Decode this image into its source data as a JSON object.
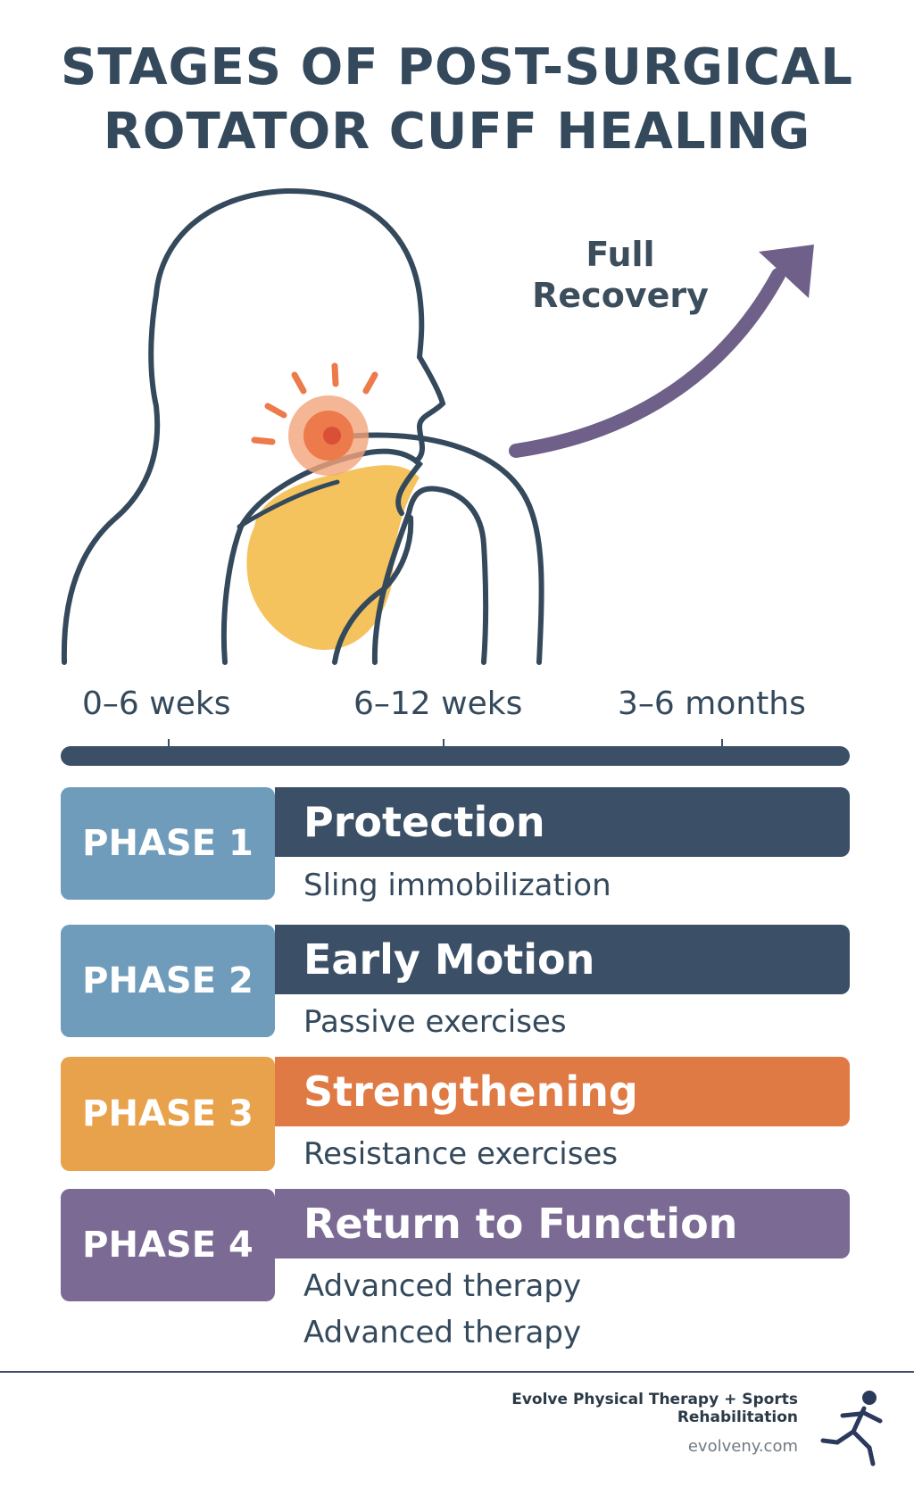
{
  "title": {
    "line1": "STAGES OF POST-SURGICAL",
    "line2": "ROTATOR CUFF HEALING"
  },
  "illustration": {
    "recovery_line1": "Full",
    "recovery_line2": "Recovery",
    "colors": {
      "outline": "#34495c",
      "shoulder": "#f4c35d",
      "pain": "#ec7a4a",
      "arrow": "#6e6088"
    }
  },
  "timeline": {
    "labels": [
      "0–6 weks",
      "6–12 weks",
      "3–6 months"
    ]
  },
  "phases": [
    {
      "badge": "PHASE 1",
      "title": "Protection",
      "desc": [
        "Sling immobilization"
      ],
      "badge_color": "#6f9cbb",
      "head_color": "#3b4f66"
    },
    {
      "badge": "PHASE 2",
      "title": "Early Motion",
      "desc": [
        "Passive exercises"
      ],
      "badge_color": "#6f9cbb",
      "head_color": "#3b4f66"
    },
    {
      "badge": "PHASE 3",
      "title": "Strengthening",
      "desc": [
        "Resistance exercises"
      ],
      "badge_color": "#e9a24c",
      "head_color": "#e07a45"
    },
    {
      "badge": "PHASE 4",
      "title": "Return to Function",
      "desc": [
        "Advanced therapy",
        "Advanced therapy"
      ],
      "badge_color": "#7a6a94",
      "head_color": "#7a6a94"
    }
  ],
  "footer": {
    "brand_line1": "Evolve Physical Therapy + Sports",
    "brand_line2": "Rehabilitation",
    "site": "evolveny.com",
    "logo_icon": "runner-icon"
  }
}
